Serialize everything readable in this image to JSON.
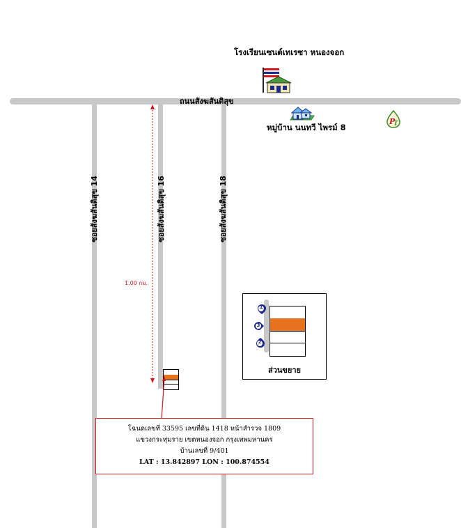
{
  "landmarks": {
    "school": "โรงเรียนเซนต์เทเรซา หนองจอก",
    "village": "หมู่บ้าน นนทวี ไพรม์ 8"
  },
  "roads": {
    "main": "ถนนสังฆสันติสุข",
    "soi14": "ซอยสังฆสันติสุข 14",
    "soi16": "ซอยสังฆสันติสุข 16",
    "soi18": "ซอยสังฆสันติสุข 18"
  },
  "distance": {
    "label": "1.00 กม."
  },
  "inset": {
    "title": "ส่วนขยาย",
    "markers": [
      "1",
      "3",
      "2"
    ]
  },
  "info": {
    "line1": "โฉนดเลขที่ 33595 เลขที่ดิน 1418 หน้าสำรวจ 1809",
    "line2": "แขวงกระทุ่มราย เขตหนองจอก กรุงเทพมหานคร",
    "line3": "บ้านเลขที่ 9/401",
    "line4": "LAT : 13.842897  LON : 100.874554"
  },
  "colors": {
    "road": "#c8c8c8",
    "highlight": "#e8731f",
    "marker": "#1a2a8a",
    "accent_red": "#d0161e"
  },
  "icons": {
    "school": "school-flag-icon",
    "village": "house-icon",
    "gas_station": "pt-gas-station-icon"
  }
}
